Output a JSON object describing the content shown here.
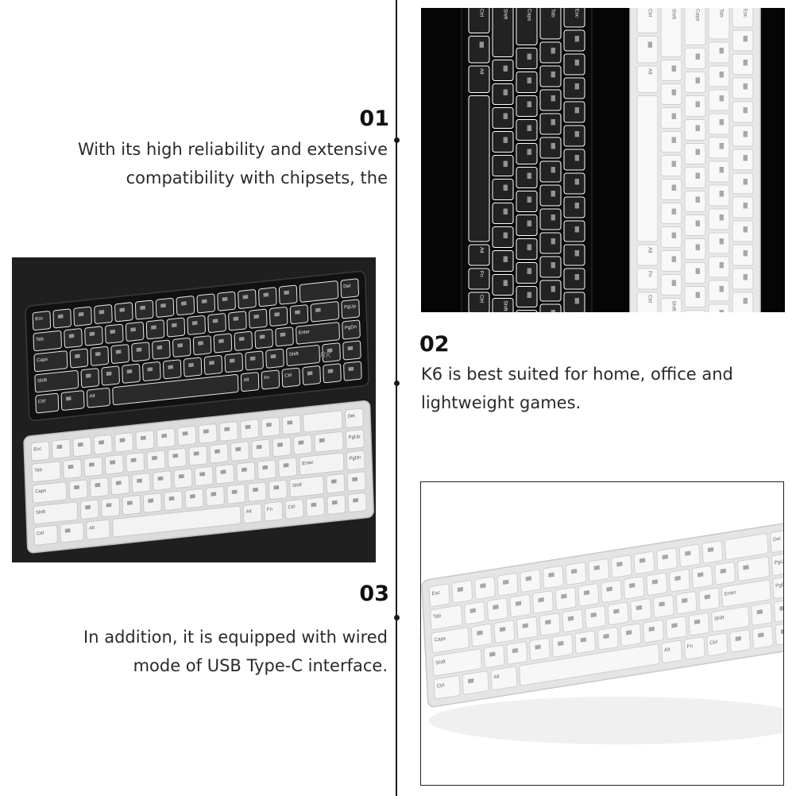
{
  "sections": [
    {
      "number": "01",
      "text_line1": "With its high reliability and extensive",
      "text_line2": "compatibility with chipsets, the"
    },
    {
      "number": "02",
      "text_line1": "K6 is best suited for home, office and",
      "text_line2": "lightweight games."
    },
    {
      "number": "03",
      "text_line1": "In addition, it is equipped with wired",
      "text_line2": "mode of USB Type-C interface."
    }
  ],
  "key_legends": {
    "esc": "Esc",
    "tab": "Tab",
    "caps": "Caps",
    "shift": "Shift",
    "ctrl": "Ctrl",
    "alt": "Alt",
    "fn": "Fn",
    "enter": "Enter",
    "del": "Del",
    "pgup": "PgUp",
    "pgdn": "PgDn",
    "brand": "RK"
  },
  "colors": {
    "dark_background": "#1f1f1f",
    "black_keys": "#2a2a2a",
    "white_keys": "#f3f3f3"
  }
}
